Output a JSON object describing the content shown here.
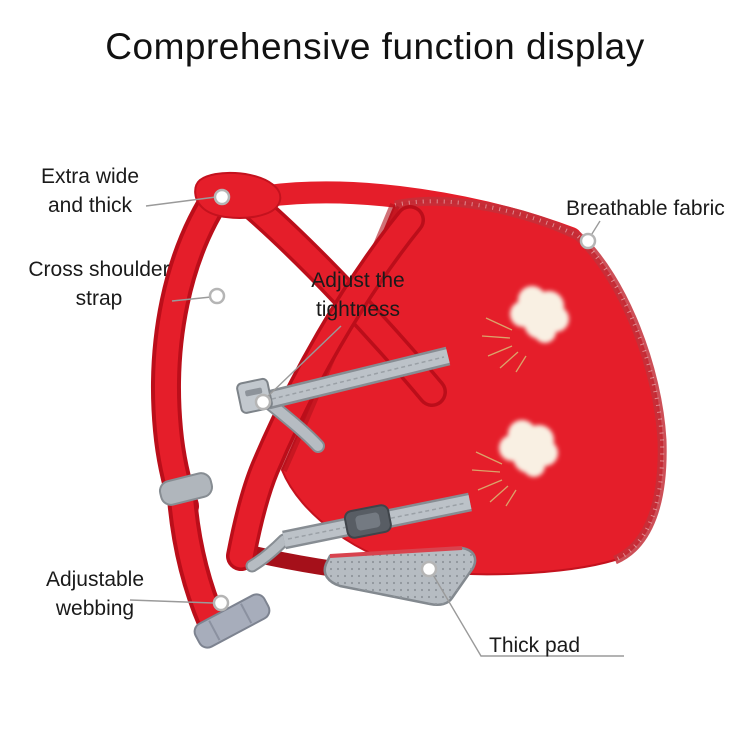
{
  "title": "Comprehensive function display",
  "annotations": {
    "extra_wide": {
      "line1": "Extra wide",
      "line2": "and thick"
    },
    "cross_shoulder": {
      "line1": "Cross shoulder",
      "line2": "strap"
    },
    "adjust_tightness": {
      "line1": "Adjust the",
      "line2": "tightness"
    },
    "breathable_fabric": {
      "line1": "Breathable fabric"
    },
    "adjustable_webbing": {
      "line1": "Adjustable",
      "line2": "webbing"
    },
    "thick_pad": {
      "line1": "Thick pad"
    }
  },
  "colors": {
    "carrier_red": "#e51e2a",
    "carrier_dark_red": "#b3121c",
    "strap_gray": "#b6bcc2",
    "strap_gray_dark": "#878d93",
    "pad_gray": "#b2b8be",
    "leader_line": "#9a9a9a",
    "text": "#1a1a1a",
    "puff_cream": "#f9f0e3"
  }
}
